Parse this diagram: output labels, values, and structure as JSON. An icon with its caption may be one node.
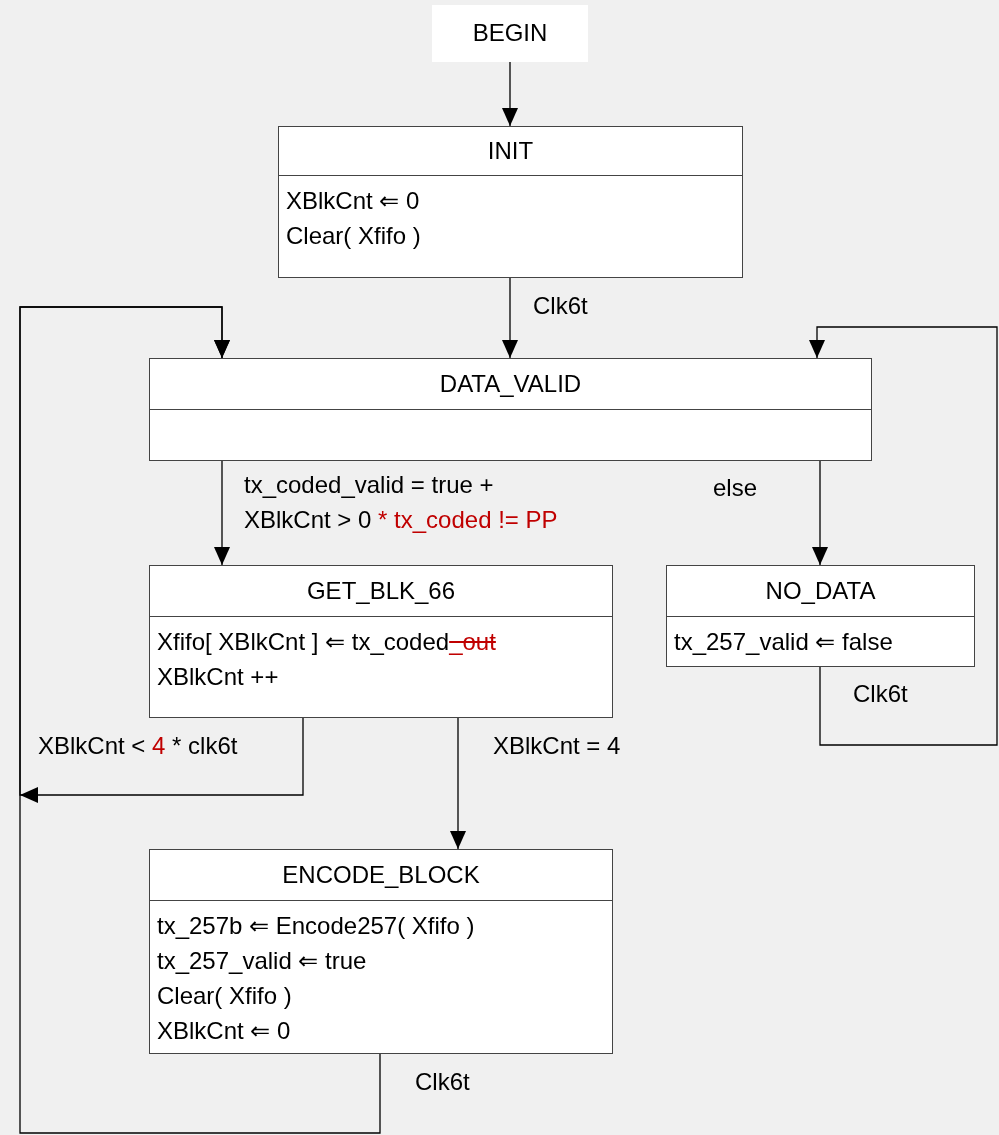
{
  "diagram": {
    "nodes": [
      {
        "text": [
          "BEGIN"
        ]
      },
      {
        "text": [
          "INIT",
          "XBlkCnt ⇐ 0",
          "Clear( Xfifo )"
        ]
      },
      {
        "text": [
          "DATA_VALID"
        ]
      },
      {
        "text": [
          "GET_BLK_66",
          "Xfifo[ XBlkCnt ] ⇐ tx_coded_out",
          "XBlkCnt ++"
        ]
      },
      {
        "text": [
          "NO_DATA",
          "tx_257_valid ⇐ false"
        ]
      },
      {
        "text": [
          "ENCODE_BLOCK",
          "tx_257b ⇐ Encode257( Xfifo )",
          "tx_257_valid ⇐ true",
          "Clear( Xfifo )",
          "XBlkCnt ⇐ 0"
        ]
      }
    ],
    "edges": [
      {
        "from": 0,
        "to": 1,
        "arrow": "to"
      },
      {
        "from": 1,
        "to": 2,
        "arrow": "to",
        "label": "Clk6t"
      },
      {
        "from": 2,
        "to": 3,
        "arrow": "to",
        "label": "tx_coded_valid = true + XBlkCnt > 0 * tx_coded != PP"
      },
      {
        "from": 2,
        "to": 4,
        "arrow": "to",
        "label": "else"
      },
      {
        "from": 4,
        "to": 2,
        "arrow": "to",
        "label": "Clk6t"
      },
      {
        "from": 3,
        "to": 2,
        "arrow": "to",
        "label": "XBlkCnt < 4 * clk6t"
      },
      {
        "from": 3,
        "to": 5,
        "arrow": "to",
        "label": "XBlkCnt = 4"
      },
      {
        "from": 5,
        "to": 2,
        "arrow": "to",
        "label": "Clk6t"
      }
    ]
  }
}
